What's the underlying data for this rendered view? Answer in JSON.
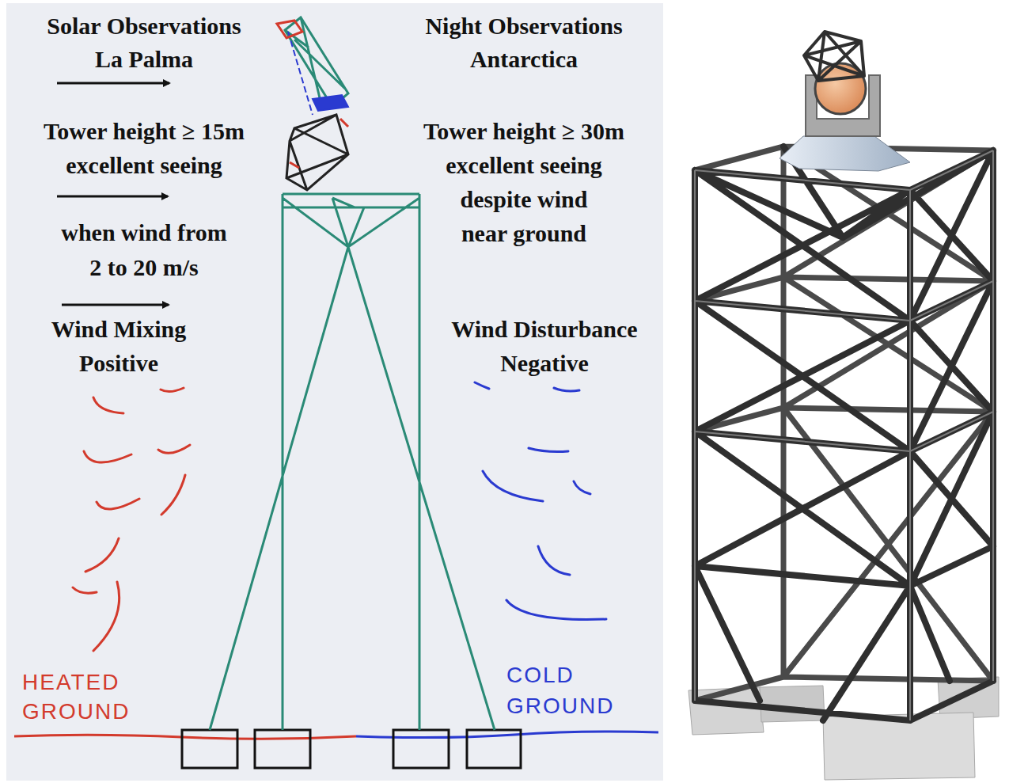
{
  "diagram": {
    "labels": [
      "Solar Observations La Palma",
      "Night Observations Antarctica",
      "Tower height ≥ 15m excellent seeing",
      "Tower height ≥ 30m excellent seeing despite wind near ground",
      "when wind from 2 to 20 m/s",
      "Wind Mixing Positive",
      "Wind Disturbance Negative",
      "HEATED GROUND",
      "COLD GROUND"
    ]
  }
}
